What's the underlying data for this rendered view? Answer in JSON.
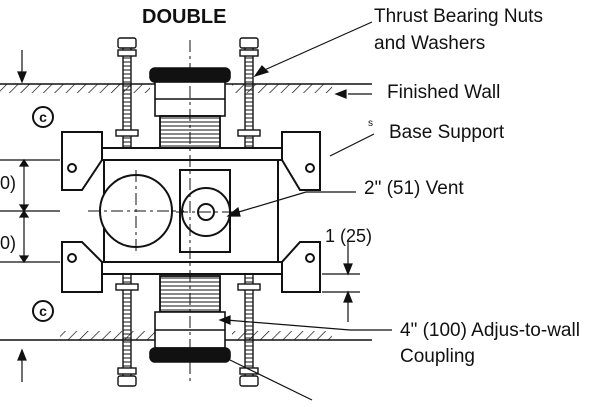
{
  "title": "DOUBLE",
  "callouts": {
    "thrust_line1": "Thrust Bearing Nuts",
    "thrust_line2": "and Washers",
    "finished_wall": "Finished Wall",
    "base_support": "Base Support",
    "base_support_mark": "s",
    "vent": "2\" (51) Vent",
    "coupling_line1": "4\" (100) Adjus-to-wall",
    "coupling_line2": "Coupling"
  },
  "dimensions": {
    "gap": "1 (25)",
    "left_upper": "0)",
    "left_lower": "0)"
  },
  "wall_marks": {
    "upper": "c",
    "lower": "c"
  }
}
